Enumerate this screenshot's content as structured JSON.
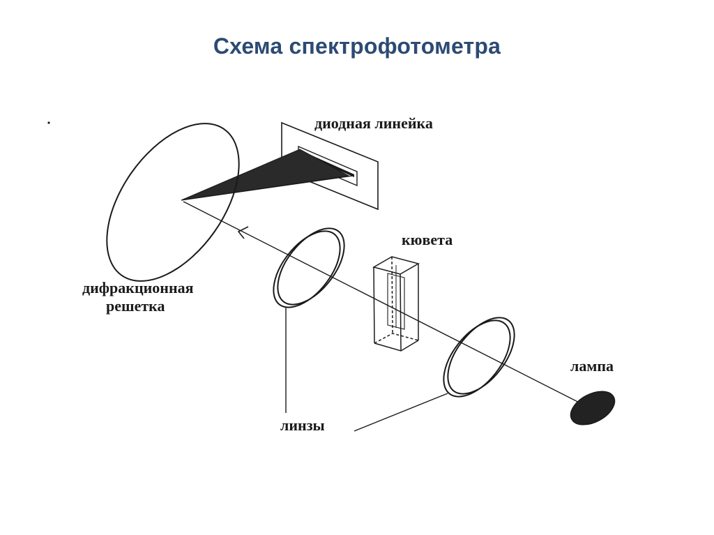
{
  "slide": {
    "title": "Схема спектрофотометра"
  },
  "diagram": {
    "labels": {
      "diode_array": "диодная линейка",
      "grating_line1": "дифракционная",
      "grating_line2": "решетка",
      "cuvette": "кювета",
      "lamp": "лампа",
      "lenses": "линзы"
    },
    "colors": {
      "title": "#2c4b73",
      "ink": "#1a1a1a",
      "lamp_fill": "#222222"
    }
  }
}
